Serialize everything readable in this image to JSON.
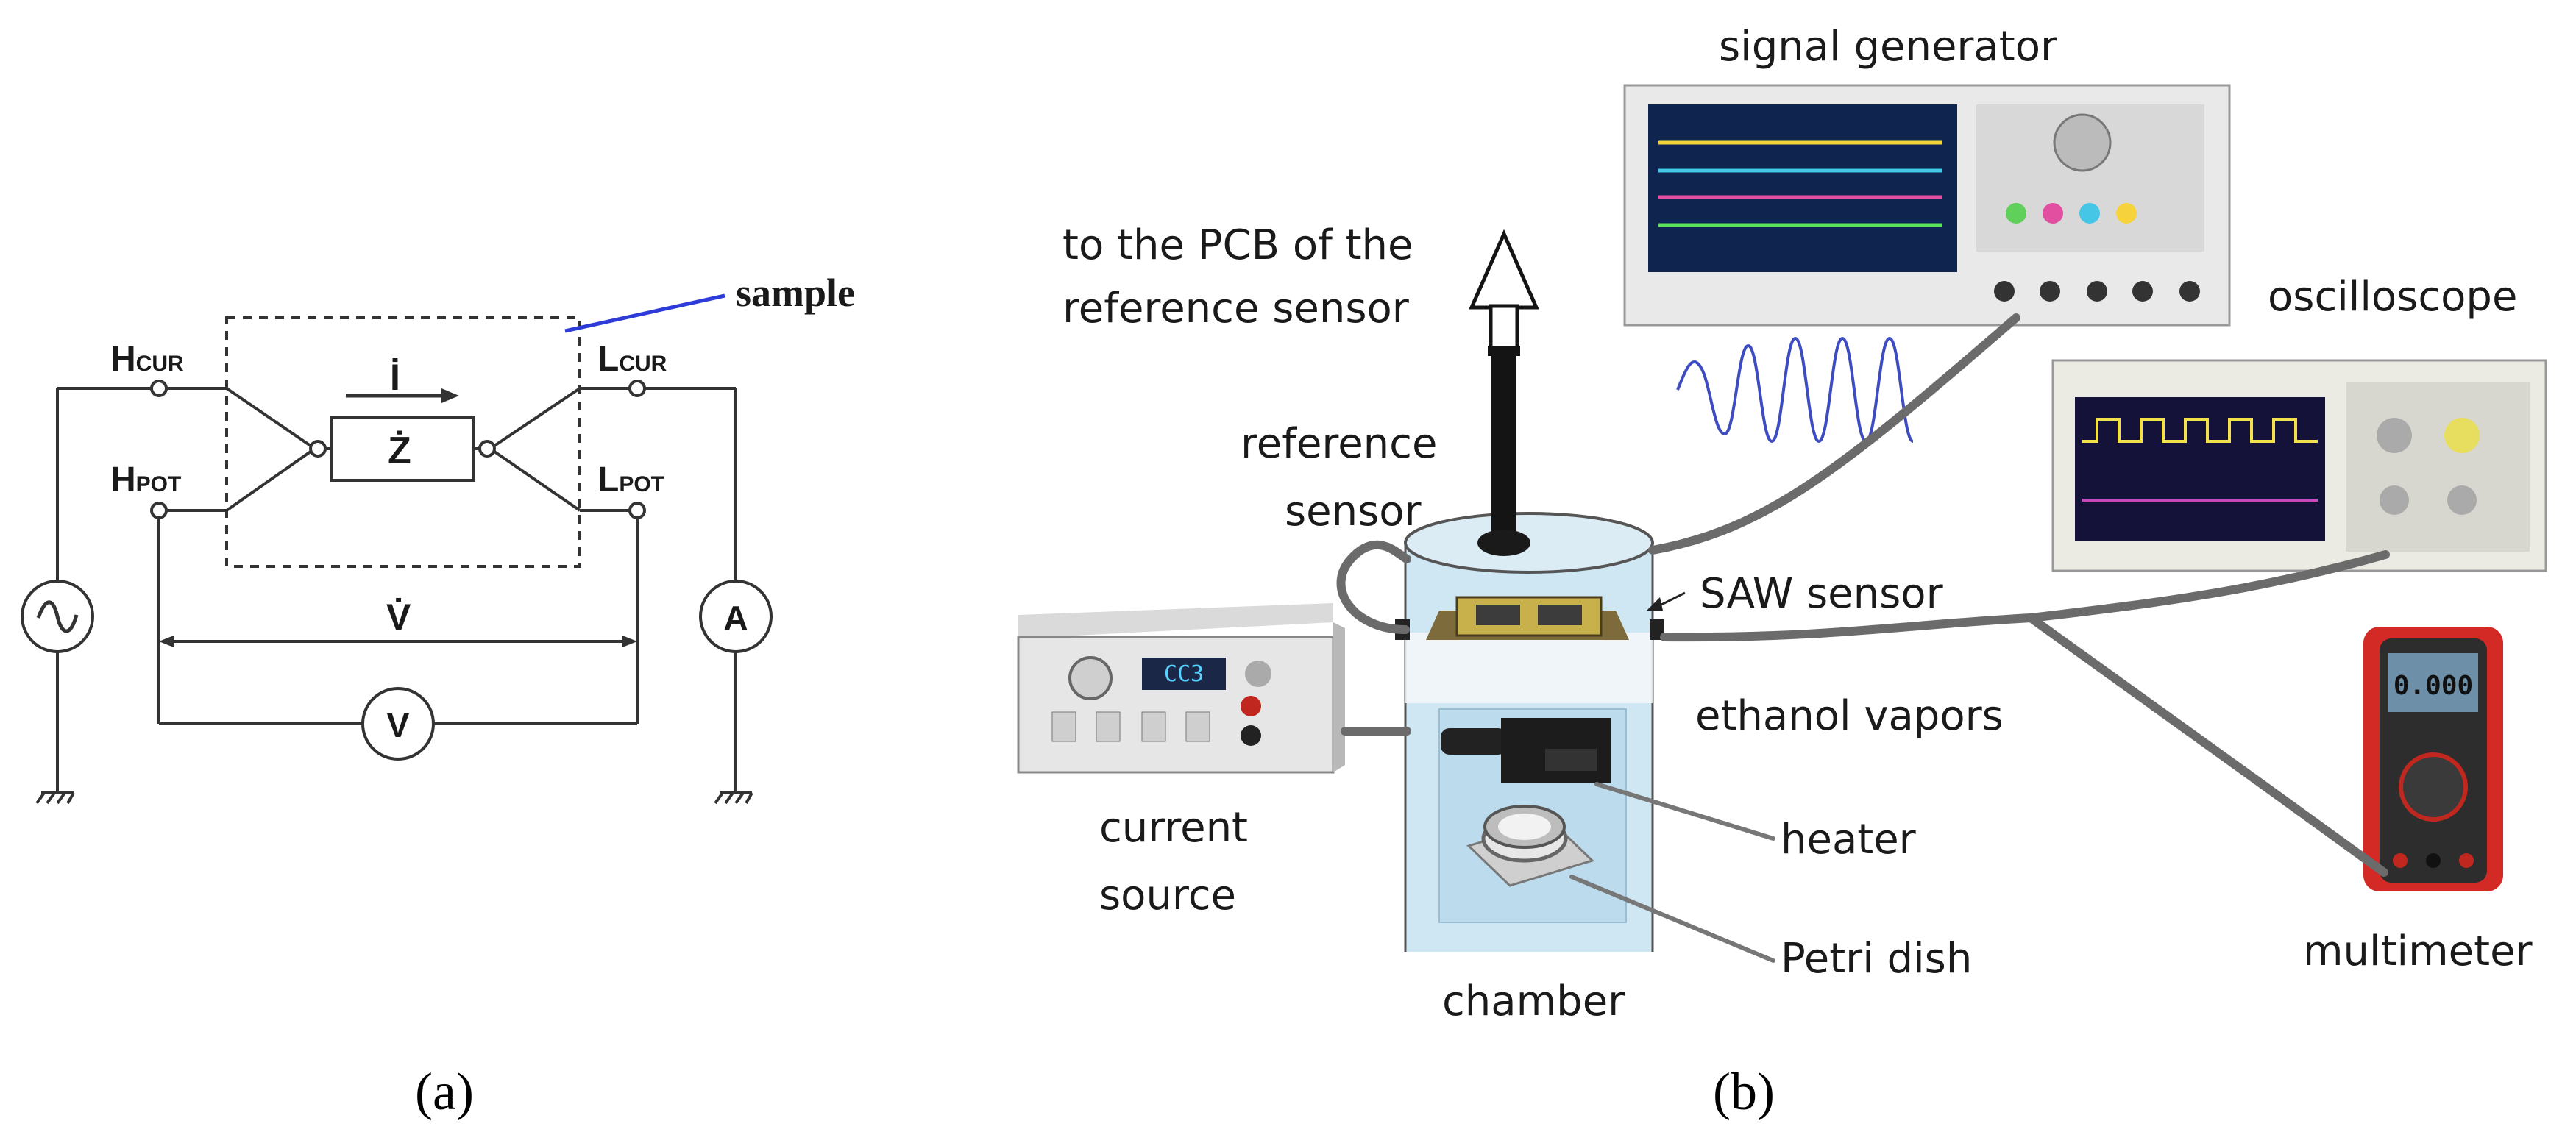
{
  "panel_a": {
    "sample_label": "sample",
    "h_cur": {
      "main": "H",
      "sub": "CUR"
    },
    "h_pot": {
      "main": "H",
      "sub": "POT"
    },
    "l_cur": {
      "main": "L",
      "sub": "CUR"
    },
    "l_pot": {
      "main": "L",
      "sub": "POT"
    },
    "current_symbol": "İ",
    "impedance_symbol": "Ż",
    "voltage_symbol": "V̇",
    "voltmeter_symbol": "V",
    "ammeter_symbol": "A",
    "source_symbol": "~",
    "caption": "(a)"
  },
  "panel_b": {
    "signal_generator": "signal generator",
    "oscilloscope": "oscilloscope",
    "multimeter": "multimeter",
    "pcb_line1": "to the PCB of the",
    "pcb_line2": "reference sensor",
    "reference_line1": "reference",
    "reference_line2": "sensor",
    "saw_sensor": "SAW sensor",
    "ethanol_vapors": "ethanol vapors",
    "current_line1": "current",
    "current_line2": "source",
    "heater": "heater",
    "petri_dish": "Petri dish",
    "chamber": "chamber",
    "current_display": "CC3",
    "multimeter_display": "0.000",
    "caption": "(b)"
  },
  "colors": {
    "chamber_fill": "#cfe7f3",
    "sample_leader": "#2d3bd8",
    "cable": "#6b6b6b",
    "multimeter_body": "#d42a26",
    "scope_screen": "#0f2550",
    "sensor_gold": "#c8b04a"
  }
}
